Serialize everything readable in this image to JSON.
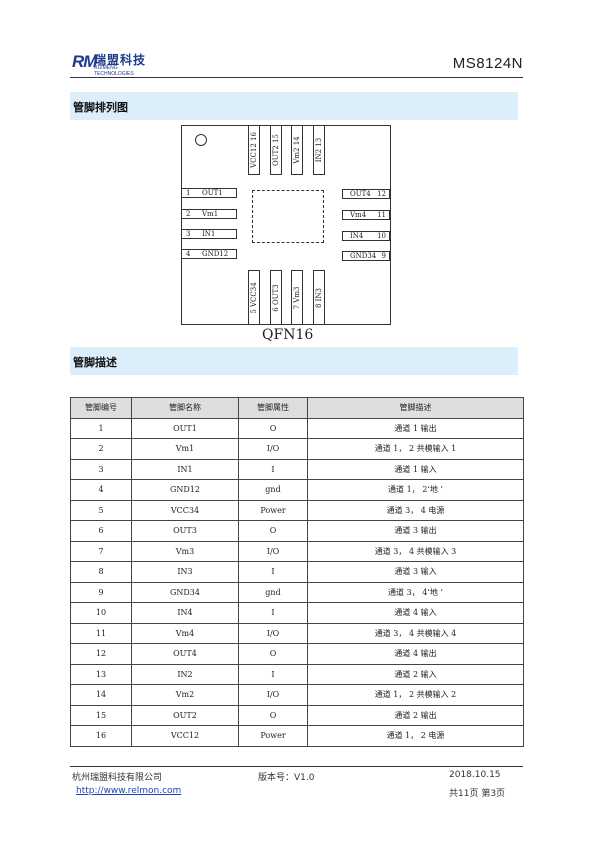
{
  "header": {
    "logo_mark": "RM",
    "logo_cn": "瑞盟科技",
    "logo_en": "RUIMENG TECHNOLOGIES",
    "part_number": "MS8124N"
  },
  "sections": {
    "pinout_title": "管脚排列图",
    "desc_title": "管脚描述"
  },
  "diagram": {
    "package": "QFN16",
    "left_pins": [
      {
        "num": "1",
        "name": "OUT1"
      },
      {
        "num": "2",
        "name": "Vm1"
      },
      {
        "num": "3",
        "name": "IN1"
      },
      {
        "num": "4",
        "name": "GND12"
      }
    ],
    "right_pins": [
      {
        "num": "12",
        "name": "OUT4"
      },
      {
        "num": "11",
        "name": "Vm4"
      },
      {
        "num": "10",
        "name": "IN4"
      },
      {
        "num": "9",
        "name": "GND34"
      }
    ],
    "top_pins": [
      {
        "num": "16",
        "name": "VCC12"
      },
      {
        "num": "15",
        "name": "OUT2"
      },
      {
        "num": "14",
        "name": "Vm2"
      },
      {
        "num": "13",
        "name": "IN2"
      }
    ],
    "bottom_pins": [
      {
        "num": "5",
        "name": "VCC34"
      },
      {
        "num": "6",
        "name": "OUT3"
      },
      {
        "num": "7",
        "name": "Vm3"
      },
      {
        "num": "8",
        "name": "IN3"
      }
    ]
  },
  "table": {
    "headers": [
      "管脚编号",
      "管脚名称",
      "管脚属性",
      "管脚描述"
    ],
    "rows": [
      [
        "1",
        "OUT1",
        "O",
        "通道 1 输出"
      ],
      [
        "2",
        "Vm1",
        "I/O",
        "通道 1， 2 共模输入 1"
      ],
      [
        "3",
        "IN1",
        "I",
        "通道 1 输入"
      ],
      [
        "4",
        "GND12",
        "gnd",
        "通道 1， 2‘地 ’"
      ],
      [
        "5",
        "VCC34",
        "Power",
        "通道 3， 4 电源"
      ],
      [
        "6",
        "OUT3",
        "O",
        "通道 3 输出"
      ],
      [
        "7",
        "Vm3",
        "I/O",
        "通道 3， 4 共模输入 3"
      ],
      [
        "8",
        "IN3",
        "I",
        "通道 3 输入"
      ],
      [
        "9",
        "GND34",
        "gnd",
        "通道 3， 4‘地 ’"
      ],
      [
        "10",
        "IN4",
        "I",
        "通道 4 输入"
      ],
      [
        "11",
        "Vm4",
        "I/O",
        "通道 3， 4 共模输入 4"
      ],
      [
        "12",
        "OUT4",
        "O",
        "通道 4 输出"
      ],
      [
        "13",
        "IN2",
        "I",
        "通道 2 输入"
      ],
      [
        "14",
        "Vm2",
        "I/O",
        "通道 1， 2 共模输入 2"
      ],
      [
        "15",
        "OUT2",
        "O",
        "通道 2 输出"
      ],
      [
        "16",
        "VCC12",
        "Power",
        "通道 1， 2 电源"
      ]
    ]
  },
  "footer": {
    "company": "杭州瑞盟科技有限公司",
    "version": "版本号：V1.0",
    "date": "2018.10.15",
    "url": "http://www.relmon.com",
    "page_total": "共11页",
    "page_current": "第3页"
  }
}
